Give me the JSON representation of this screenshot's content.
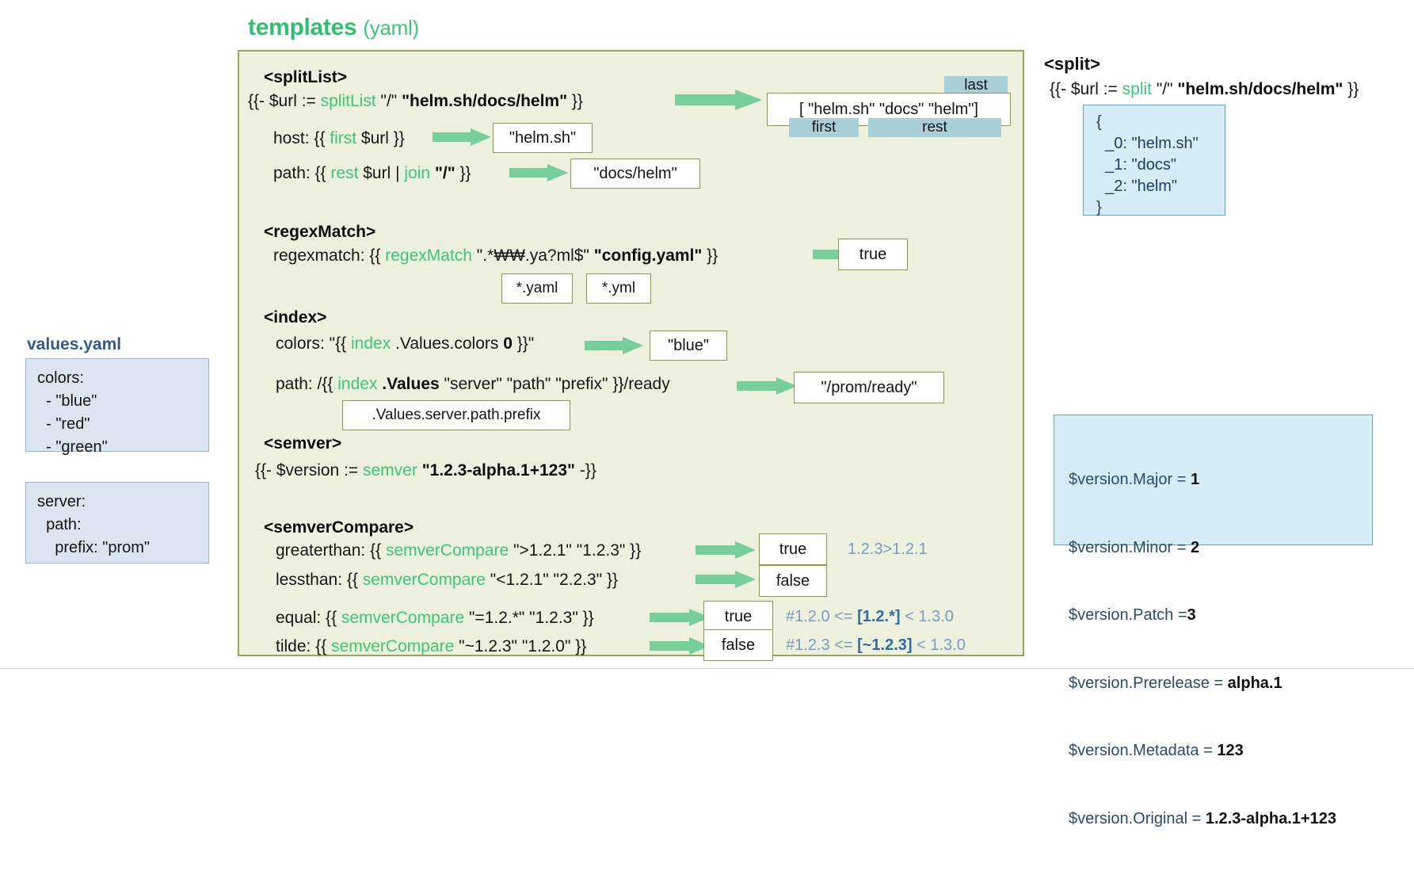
{
  "headings": {
    "templates_title": "templates",
    "templates_suffix": "(yaml)",
    "values_title": "values.yaml",
    "split_title": "<split>"
  },
  "sections": {
    "splitList": {
      "label": "<splitList>",
      "assign": {
        "prefix": "{{- $url := ",
        "fn": "splitList",
        "sep": " \"/\" ",
        "arg": "\"helm.sh/docs/helm\"",
        "suffix": " }}"
      },
      "result_list": "[ \"helm.sh\"    \"docs\"    \"helm\"]",
      "chips": {
        "first": "first",
        "last": "last",
        "rest": "rest"
      },
      "rows": [
        {
          "prefix": "host: {{ ",
          "fn": "first",
          "suffix": " $url }}",
          "result": "\"helm.sh\""
        },
        {
          "prefix": "path: {{ ",
          "fn": "rest",
          "mid": " $url | ",
          "fn2": "join",
          "arg": " \"/\"",
          "suffix": " }}",
          "result": "\"docs/helm\""
        }
      ]
    },
    "regexMatch": {
      "label": "<regexMatch>",
      "row": {
        "prefix": "regexmatch: {{ ",
        "fn": "regexMatch",
        "pattern": " \".*₩₩.ya?ml$\" ",
        "arg": "\"config.yaml\"",
        "suffix": " }}"
      },
      "result": "true",
      "examples": [
        "*.yaml",
        "*.yml"
      ]
    },
    "index": {
      "label": "<index>",
      "rows": [
        {
          "prefix": "colors: \"{{ ",
          "fn": "index",
          "mid": " .Values.colors ",
          "arg": "0",
          "suffix": " }}\"",
          "result": "\"blue\""
        },
        {
          "prefix": "path: /{{ ",
          "fn": "index",
          "mid": " ",
          "arg": ".Values",
          "args2": " \"server\" \"path\" \"prefix\"",
          "suffix": " }}/ready",
          "result": "\"/prom/ready\""
        }
      ],
      "note_box": ".Values.server.path.prefix"
    },
    "semver": {
      "label": "<semver>",
      "line": {
        "prefix": "{{- $version := ",
        "fn": "semver",
        "mid": " ",
        "arg": "\"1.2.3-alpha.1+123\"",
        "suffix": " -}}"
      }
    },
    "semverCompare": {
      "label": "<semverCompare>",
      "rows": [
        {
          "prefix": "greaterthan: {{ ",
          "fn": "semverCompare",
          "args": " \">1.2.1\" \"1.2.3\"",
          "suffix": " }}",
          "result": "true",
          "annotation": "1.2.3>1.2.1",
          "annotation_bold": "",
          "annotation_tail": ""
        },
        {
          "prefix": "lessthan: {{ ",
          "fn": "semverCompare",
          "args": " \"<1.2.1\" \"2.2.3\"",
          "suffix": " }}",
          "result": "false",
          "annotation": "",
          "annotation_bold": "",
          "annotation_tail": ""
        },
        {
          "prefix": "equal: {{ ",
          "fn": "semverCompare",
          "args": " \"=1.2.*\" \"1.2.3\"",
          "suffix": " }}",
          "result": "true",
          "annotation": "#1.2.0 <= ",
          "annotation_bold": "[1.2.*]",
          "annotation_tail": "  < 1.3.0"
        },
        {
          "prefix": "tilde: {{ ",
          "fn": "semverCompare",
          "args": " \"~1.2.3\" \"1.2.0\"",
          "suffix": " }}",
          "result": "false",
          "annotation": "#1.2.3 <= ",
          "annotation_bold": "[~1.2.3]",
          "annotation_tail": " < 1.3.0"
        }
      ]
    }
  },
  "values_yaml": {
    "colors_block": "colors:\n  - \"blue\"\n  - \"red\"\n  - \"green\"",
    "server_block": "server:\n  path:\n    prefix: \"prom\""
  },
  "split_panel": {
    "assign": {
      "prefix": "{{- $url := ",
      "fn": "split",
      "sep": " \"/\" ",
      "arg": "\"helm.sh/docs/helm\"",
      "suffix": " }}"
    },
    "result_block": "{\n  _0: \"helm.sh\"\n  _1: \"docs\"\n  _2: \"helm\"\n}"
  },
  "version_panel": {
    "rows": [
      {
        "key": "$version.Major = ",
        "value": "1"
      },
      {
        "key": "$version.Minor = ",
        "value": "2"
      },
      {
        "key": "$version.Patch =",
        "value": "3"
      },
      {
        "key": "$version.Prerelease = ",
        "value": "alpha.1"
      },
      {
        "key": "$version.Metadata = ",
        "value": "123"
      },
      {
        "key": "$version.Original = ",
        "value": "1.2.3-alpha.1+123"
      }
    ]
  },
  "colors": {
    "accent_green": "#3cc67a",
    "panel_bg": "#ecf0dd",
    "panel_border": "#9aa55c",
    "arrow_green": "#76cf9b",
    "chip_blue": "#a9cfd9",
    "blue_box_bg": "#dbe5f1",
    "cyan_box_bg": "#d6ecf7",
    "annotation_blue": "#7a9cc0"
  }
}
